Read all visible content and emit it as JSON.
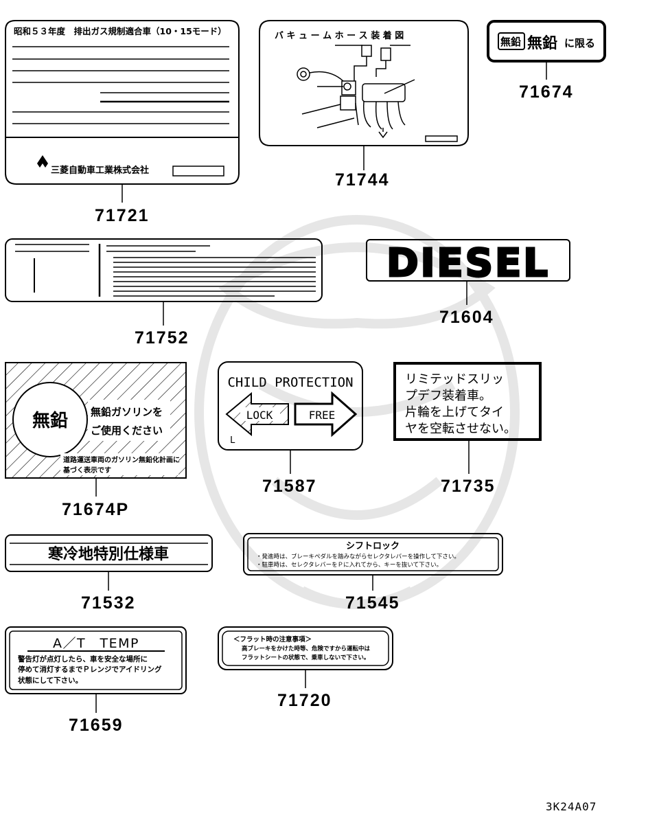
{
  "diagram_code": "3K24A07",
  "parts": [
    {
      "number": "71721",
      "lines": [
        "昭和５３年度　排出ガス規制適合車（10・15モード）",
        "三菱自動車工業株式会社"
      ]
    },
    {
      "number": "71744",
      "lines": [
        "バ キ ュ ー ム ホ ー ス 装 着 図"
      ]
    },
    {
      "number": "71674",
      "lines": [
        "無鉛",
        "無鉛",
        "に限る"
      ]
    },
    {
      "number": "71752",
      "lines": []
    },
    {
      "number": "71604",
      "lines": [
        "DIESEL"
      ]
    },
    {
      "number": "71674P",
      "lines": [
        "無鉛",
        "無鉛ガソリンを",
        "ご使用ください",
        "道路運送車両のガソリン無鉛化計画に",
        "基づく表示です"
      ]
    },
    {
      "number": "71587",
      "lines": [
        "CHILD PROTECTION",
        "LOCK",
        "FREE",
        "L"
      ]
    },
    {
      "number": "71735",
      "lines": [
        "リミテッドスリッ",
        "プデフ装着車。",
        "片輪を上げてタイ",
        "ヤを空転させない。"
      ]
    },
    {
      "number": "71532",
      "lines": [
        "寒冷地特別仕様車"
      ]
    },
    {
      "number": "71545",
      "lines": [
        "シフトロック",
        "・発進時は、ブレーキペダルを踏みながらセレクタレバーを操作して下さい。",
        "・駐車時は、セレクタレバーをＰに入れてから、キーを抜いて下さい。"
      ]
    },
    {
      "number": "71659",
      "lines": [
        "A／T　TEMP",
        "警告灯が点灯したら、車を安全な場所に",
        "停めて消灯するまでＰレンジでアイドリング",
        "状態にして下さい。"
      ]
    },
    {
      "number": "71720",
      "lines": [
        "＜フラット時の注意事項＞",
        "高ブレーキをかけた時等、危険ですから運転中は",
        "フラットシートの状態で、乗車しないで下さい。"
      ]
    }
  ]
}
